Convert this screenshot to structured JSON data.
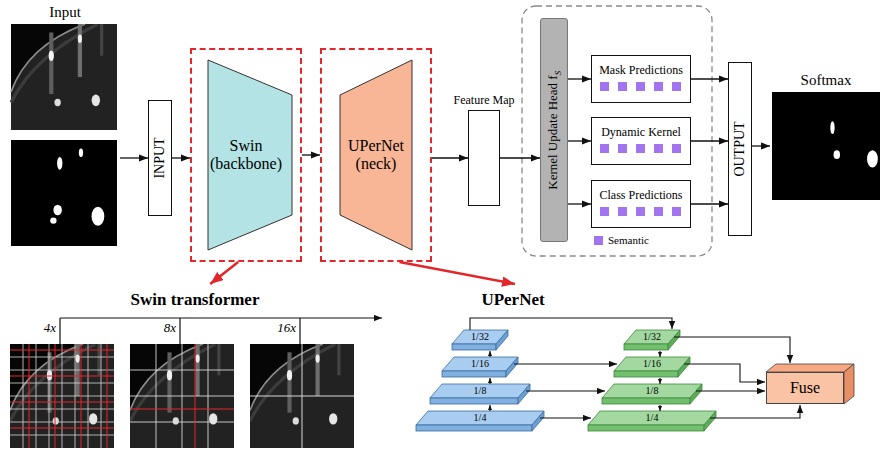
{
  "diagram": {
    "nodes": [
      {
        "text": [
          "Input"
        ]
      },
      {
        "text": [
          "INPUT"
        ]
      },
      {
        "text": [
          "Swin (backbone)"
        ]
      },
      {
        "text": [
          "UPerNet (neck)"
        ]
      },
      {
        "text": [
          "Feature Map"
        ]
      },
      {
        "text": [
          "Kernel Update Head f",
          "S"
        ]
      },
      {
        "text": [
          "Mask Predictions"
        ]
      },
      {
        "text": [
          "Dynamic Kernel"
        ]
      },
      {
        "text": [
          "Class Predictions"
        ]
      },
      {
        "text": [
          "OUTPUT"
        ]
      },
      {
        "text": [
          "Softmax"
        ]
      },
      {
        "text": [
          "Swin transformer"
        ]
      },
      {
        "text": [
          "UPerNet"
        ]
      },
      {
        "text": [
          "Fuse"
        ],
        "in": 12
      }
    ],
    "edges": [
      {
        "from": 0,
        "to": 1,
        "arrow": "to"
      },
      {
        "from": 1,
        "to": 2,
        "arrow": "to"
      },
      {
        "from": 2,
        "to": 3,
        "arrow": "to"
      },
      {
        "from": 3,
        "to": 4,
        "arrow": "to"
      },
      {
        "from": 4,
        "to": 5,
        "arrow": "to"
      },
      {
        "from": 5,
        "to": 6,
        "arrow": "to"
      },
      {
        "from": 5,
        "to": 7,
        "arrow": "to"
      },
      {
        "from": 5,
        "to": 8,
        "arrow": "to"
      },
      {
        "from": 6,
        "to": 9,
        "arrow": "to"
      },
      {
        "from": 7,
        "to": 9,
        "arrow": "to"
      },
      {
        "from": 8,
        "to": 9,
        "arrow": "to"
      },
      {
        "from": 9,
        "to": 10,
        "arrow": "to"
      },
      {
        "from": 2,
        "to": 11,
        "arrow": "to"
      },
      {
        "from": 3,
        "to": 12,
        "arrow": "to"
      }
    ],
    "labels": [
      "4x",
      "8x",
      "16x",
      "1/32",
      "1/16",
      "1/8",
      "1/4",
      "1/32",
      "1/16",
      "1/8",
      "1/4"
    ],
    "legend": [
      {
        "text": "Semantic",
        "color": "#a374f0"
      }
    ]
  }
}
